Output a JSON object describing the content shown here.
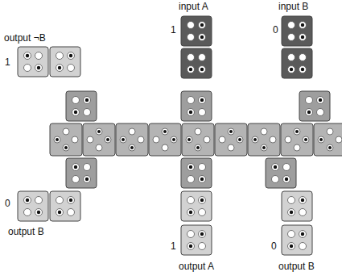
{
  "diagram": {
    "labels": [
      "input A",
      "1",
      "input B",
      "0",
      "output ¬B",
      "1",
      "output B",
      "0",
      "output A",
      "1",
      "output B",
      "0"
    ]
  }
}
